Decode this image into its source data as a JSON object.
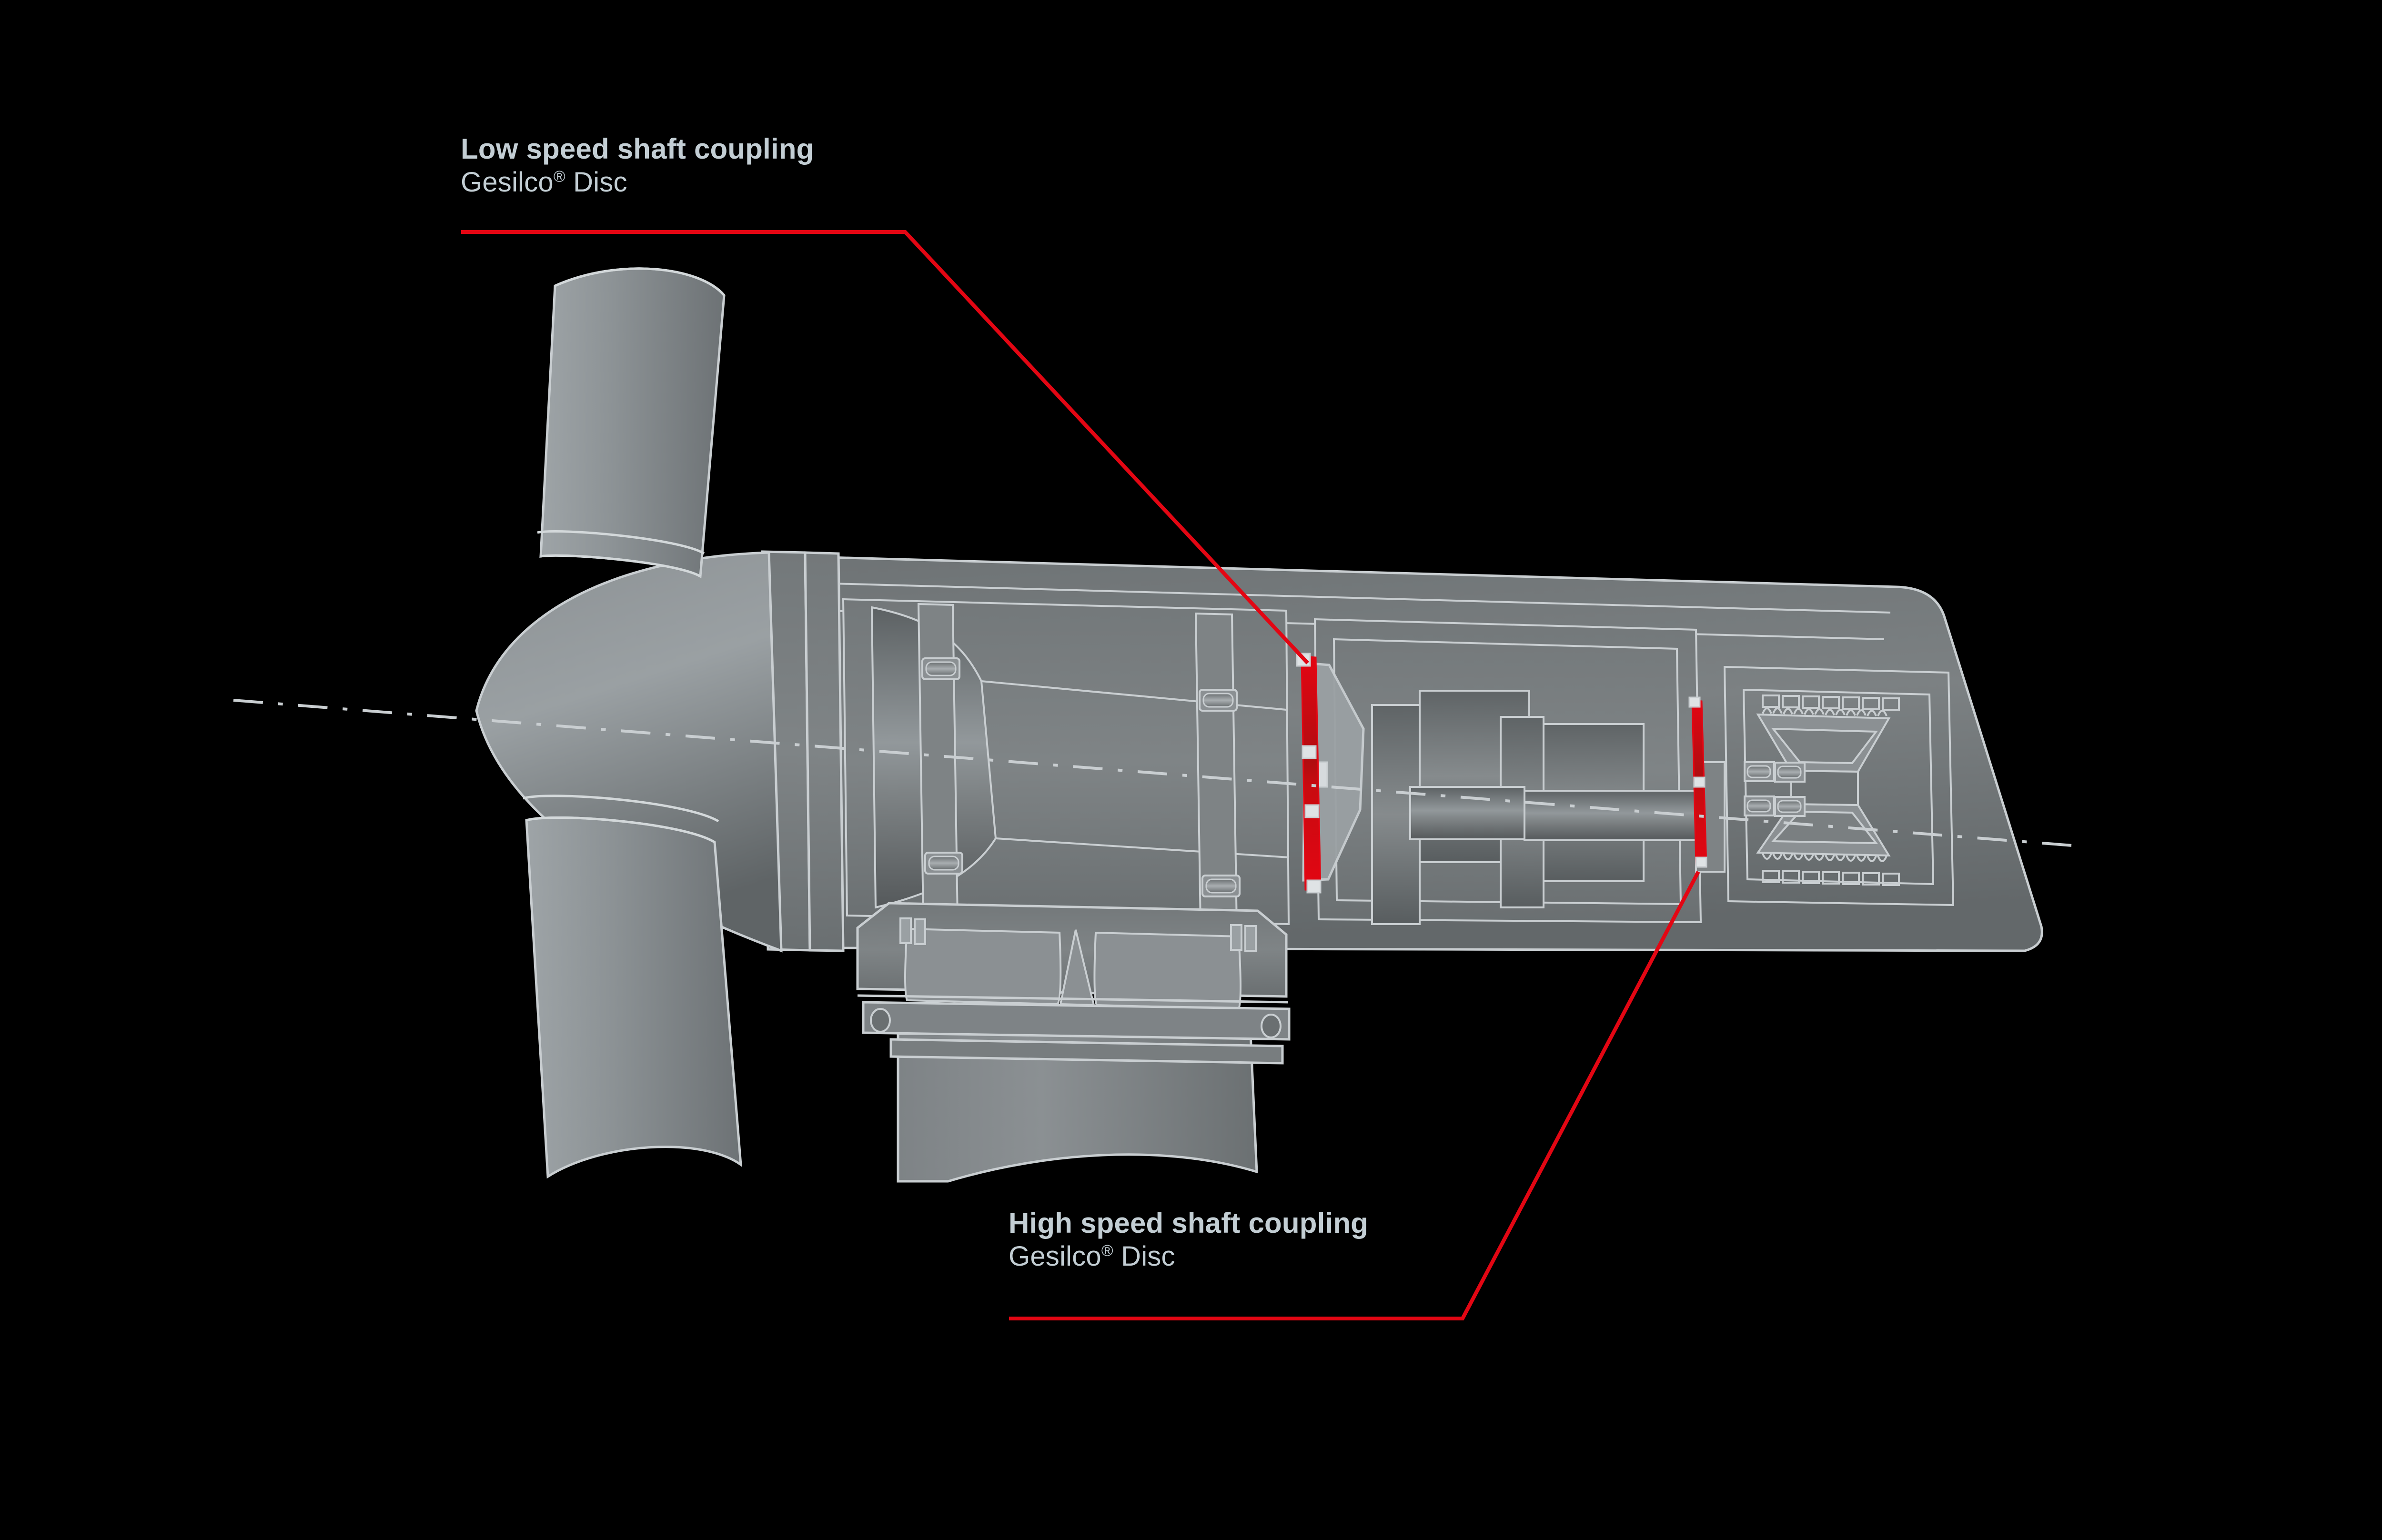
{
  "figure": {
    "kind": "wind-turbine-nacelle-cutaway",
    "background_color": "#000000",
    "body_color": "#787878",
    "outline_color": "#c9ced1",
    "accent_color": "#e30613",
    "accent_dark_color": "#a70d0d",
    "text_color": "#c3ced4"
  },
  "callouts": [
    {
      "id": "low-speed",
      "title": "Low speed shaft coupling",
      "subtitle_pre": "Gesilco",
      "subtitle_mark": "®",
      "subtitle_post": " Disc",
      "leader_color": "#e30613"
    },
    {
      "id": "high-speed",
      "title": "High speed shaft coupling",
      "subtitle_pre": "Gesilco",
      "subtitle_mark": "®",
      "subtitle_post": " Disc",
      "leader_color": "#e30613"
    }
  ],
  "parts": [
    {
      "name": "nose-cone"
    },
    {
      "name": "blade-root-upper"
    },
    {
      "name": "blade-root-lower"
    },
    {
      "name": "rotor-hub"
    },
    {
      "name": "main-shaft"
    },
    {
      "name": "main-bearing-front"
    },
    {
      "name": "main-bearing-rear"
    },
    {
      "name": "low-speed-coupling-disc"
    },
    {
      "name": "gearbox-housing"
    },
    {
      "name": "gear-stage-one"
    },
    {
      "name": "gear-stage-two"
    },
    {
      "name": "high-speed-shaft"
    },
    {
      "name": "high-speed-coupling-disc"
    },
    {
      "name": "generator"
    },
    {
      "name": "generator-rotor"
    },
    {
      "name": "generator-stator-windings"
    },
    {
      "name": "nacelle-housing"
    },
    {
      "name": "bed-frame"
    },
    {
      "name": "yaw-bearing"
    },
    {
      "name": "tower-top"
    },
    {
      "name": "rotor-axis-centerline"
    }
  ]
}
